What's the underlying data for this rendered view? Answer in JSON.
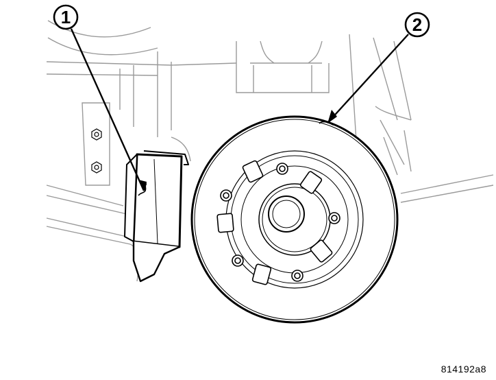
{
  "callouts": [
    {
      "number": "1"
    },
    {
      "number": "2"
    }
  ],
  "figure_id": "814192a8",
  "colors": {
    "line": "#000000",
    "shade": "#9a9a9a",
    "paper": "#ffffff"
  }
}
